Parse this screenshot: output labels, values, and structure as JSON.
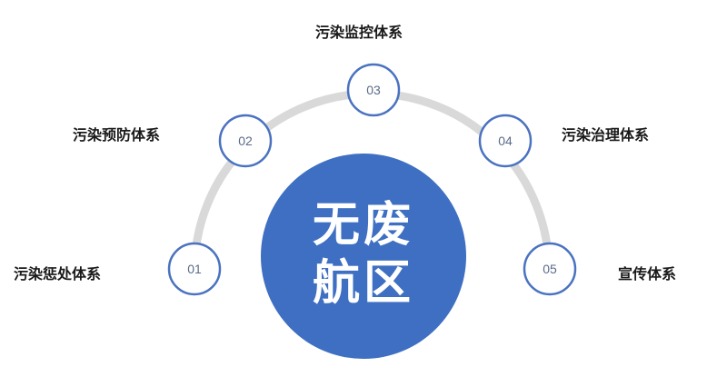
{
  "center": {
    "line1": "无废",
    "line2": "航区"
  },
  "nodes": [
    {
      "number": "01",
      "label": "污染惩处体系"
    },
    {
      "number": "02",
      "label": "污染预防体系"
    },
    {
      "number": "03",
      "label": "污染监控体系"
    },
    {
      "number": "04",
      "label": "污染治理体系"
    },
    {
      "number": "05",
      "label": "宣传体系"
    }
  ],
  "colors": {
    "center_fill": "#3e6fc2",
    "node_stroke": "#4a72c0",
    "arc": "#d9d9d9",
    "label_text": "#1a1a1a"
  }
}
